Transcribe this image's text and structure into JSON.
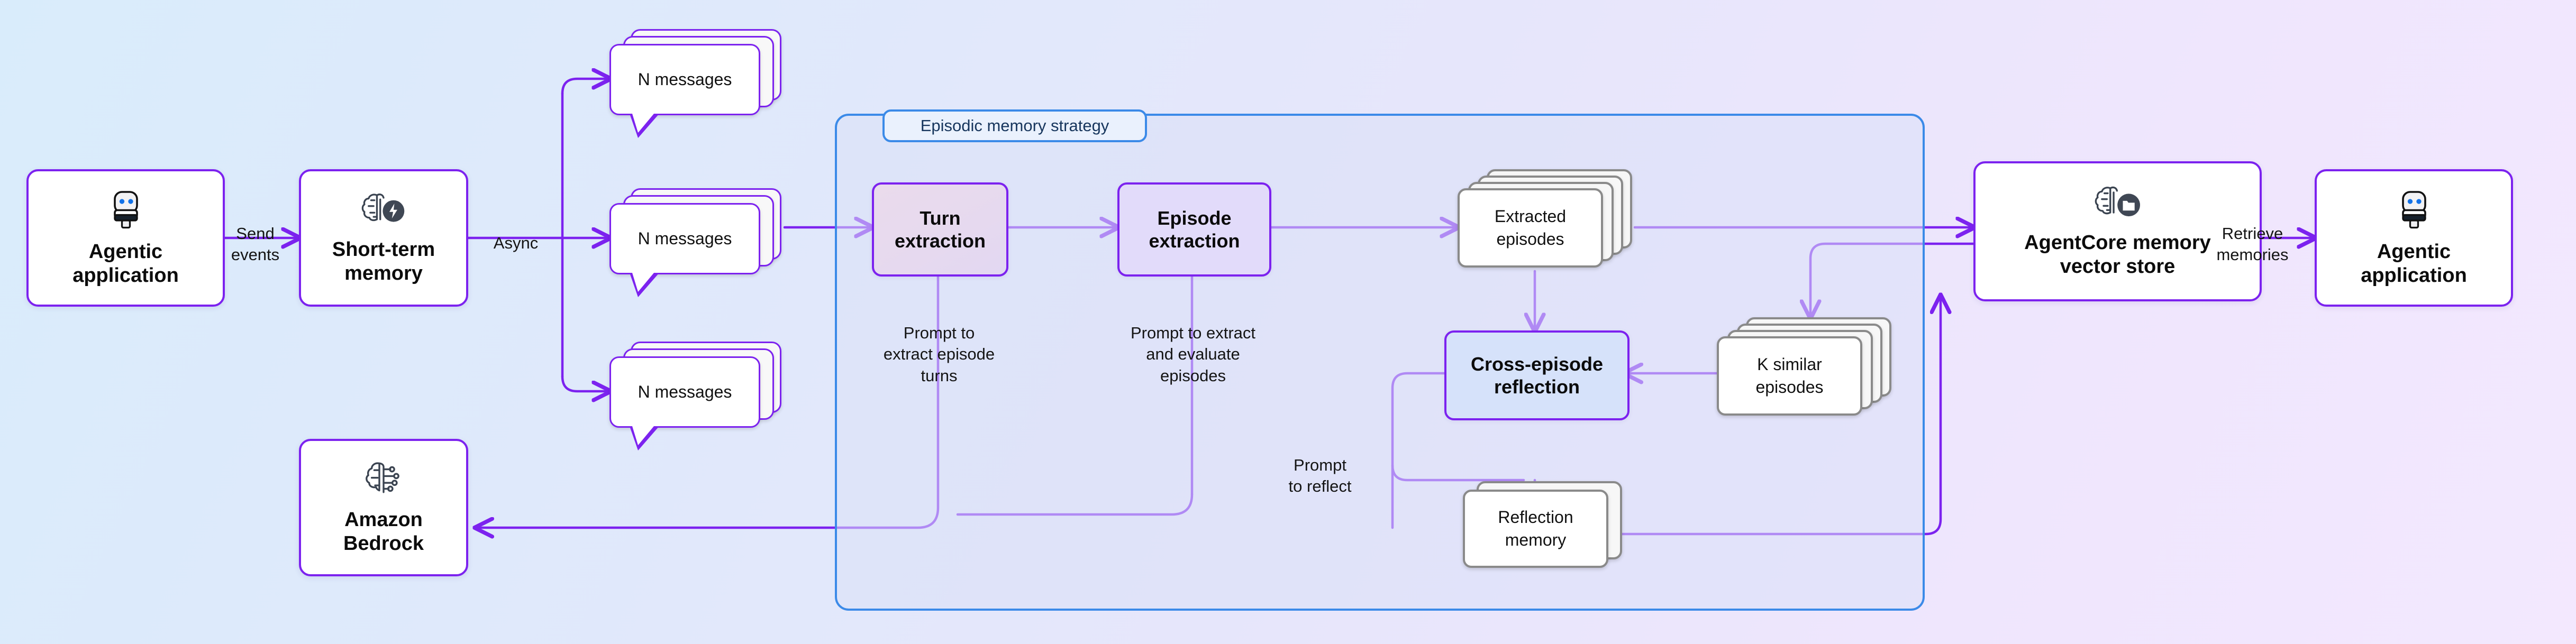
{
  "diagram": {
    "title": "Episodic memory strategy architecture",
    "colors": {
      "accent_purple": "#7c22ef",
      "container_blue": "#3b8ae8",
      "card_white": "#ffffff",
      "stack_grey": "#8a8a8a",
      "turn_extraction_fill": "#eadbec",
      "episode_extraction_fill": "#e2dbfa",
      "reflection_fill": "#d6e2fa",
      "background_from": "#d9ecfb",
      "background_to": "#f3e8fe"
    }
  },
  "nodes": {
    "agentic_app_left": {
      "label": "Agentic\napplication",
      "line1": "Agentic",
      "line2": "application",
      "icon": "robot-icon"
    },
    "short_term_memory": {
      "line1": "Short-term",
      "line2": "memory",
      "icon": "brain-bolt-icon"
    },
    "amazon_bedrock": {
      "line1": "Amazon",
      "line2": "Bedrock",
      "icon": "brain-circuit-icon"
    },
    "agentcore_store": {
      "line1": "AgentCore memory",
      "line2": "vector store",
      "icon": "brain-folder-icon"
    },
    "agentic_app_right": {
      "line1": "Agentic",
      "line2": "application",
      "icon": "robot-icon"
    }
  },
  "message_bubbles": [
    {
      "label": "N messages"
    },
    {
      "label": "N messages"
    },
    {
      "label": "N messages"
    }
  ],
  "strategy": {
    "tab_label": "Episodic memory strategy",
    "steps": {
      "turn_extraction": {
        "line1": "Turn",
        "line2": "extraction"
      },
      "episode_extraction": {
        "line1": "Episode",
        "line2": "extraction"
      },
      "cross_episode_reflection": {
        "line1": "Cross-episode",
        "line2": "reflection"
      }
    },
    "artifacts": {
      "extracted_episodes": {
        "line1": "Extracted",
        "line2": "episodes",
        "sheets": 4
      },
      "k_similar_episodes": {
        "line1": "K similar",
        "line2": "episodes",
        "sheets": 4
      },
      "reflection_memory": {
        "line1": "Reflection",
        "line2": "memory",
        "sheets": 2
      }
    }
  },
  "edge_labels": {
    "send_events": {
      "line1": "Send",
      "line2": "events"
    },
    "async": {
      "line1": "Async"
    },
    "prompt_extract_turns": {
      "line1": "Prompt to",
      "line2": "extract episode",
      "line3": "turns"
    },
    "prompt_extract_episodes": {
      "line1": "Prompt to extract",
      "line2": "and evaluate",
      "line3": "episodes"
    },
    "prompt_to_reflect": {
      "line1": "Prompt",
      "line2": "to reflect"
    },
    "retrieve_memories": {
      "line1": "Retrieve",
      "line2": "memories"
    }
  }
}
